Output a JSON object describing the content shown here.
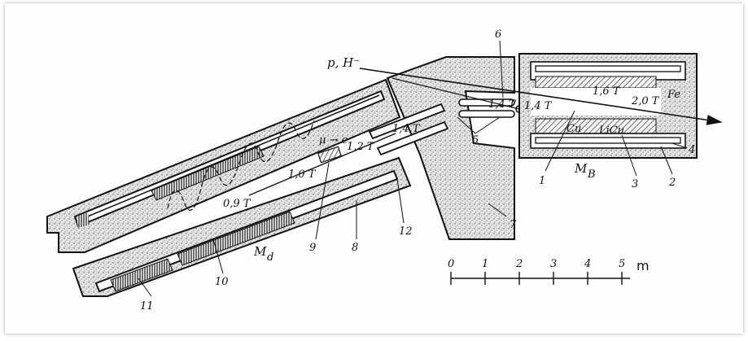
{
  "beam_label": "p, H⁻",
  "fields": {
    "b_0_9": "0,9 T",
    "b_1_0": "1,0 T",
    "b_1_2": "1,2 T",
    "b_1_4_left": "1,4 T",
    "b_1_4_mid": "1,4 T",
    "b_1_4_right": "1,4 T",
    "b_1_6": "1,6 T",
    "b_2_0": "2,0 T"
  },
  "materials": {
    "iron": "Fe",
    "copper": "Cu",
    "crystal": "LiCu"
  },
  "magnets": {
    "md": "M",
    "md_sub": "d",
    "mb": "M",
    "mb_sub": "B"
  },
  "decay_label": "μ → e",
  "part_numbers": {
    "n1": "1",
    "n2": "2",
    "n3": "3",
    "n4": "4",
    "n5": "5",
    "n6": "6",
    "n7": "7",
    "n8": "8",
    "n9": "9",
    "n10": "10",
    "n11": "11",
    "n12": "12"
  },
  "scale": {
    "ticks": [
      "0",
      "1",
      "2",
      "3",
      "4",
      "5"
    ],
    "unit": "m"
  },
  "colors": {
    "ink": "#111111",
    "stipple_bg": "#dcdcdc",
    "paper": "#fdfdfd"
  }
}
